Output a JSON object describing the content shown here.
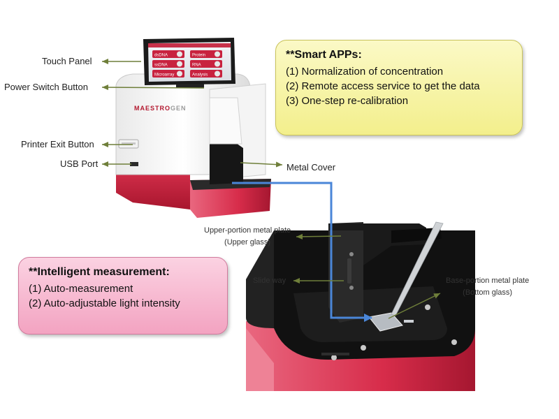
{
  "labels": {
    "touch_panel": "Touch Panel",
    "power_switch": "Power Switch Button",
    "printer_exit": "Printer Exit Button",
    "usb_port": "USB Port",
    "metal_cover": "Metal Cover",
    "upper_plate_line1": "Upper-portion metal plate",
    "upper_plate_line2": "(Upper glass)",
    "slide_way": "Slide way",
    "base_plate_line1": "Base-portion metal plate",
    "base_plate_line2": "(Bottom glass)"
  },
  "brand": "MAESTRO",
  "brand_suffix": "GEN",
  "screen_buttons": [
    "dsDNA",
    "Protein",
    "ssDNA",
    "RNA",
    "Microarray",
    "Analysis"
  ],
  "smart_apps": {
    "title": "**Smart APPs:",
    "items": [
      "(1) Normalization of concentration",
      "(2) Remote access service to get the data",
      "(3) One-step re-calibration"
    ]
  },
  "intelligent": {
    "title": "**Intelligent measurement:",
    "items": [
      "(1) Auto-measurement",
      "(2) Auto-adjustable light intensity"
    ]
  },
  "colors": {
    "device_red": "#c8223f",
    "arrow_blue": "#4a86d8",
    "pointer_green": "#6f7f3a",
    "callout_yellow": "#f6f3a4",
    "callout_pink": "#f6b8cf"
  }
}
